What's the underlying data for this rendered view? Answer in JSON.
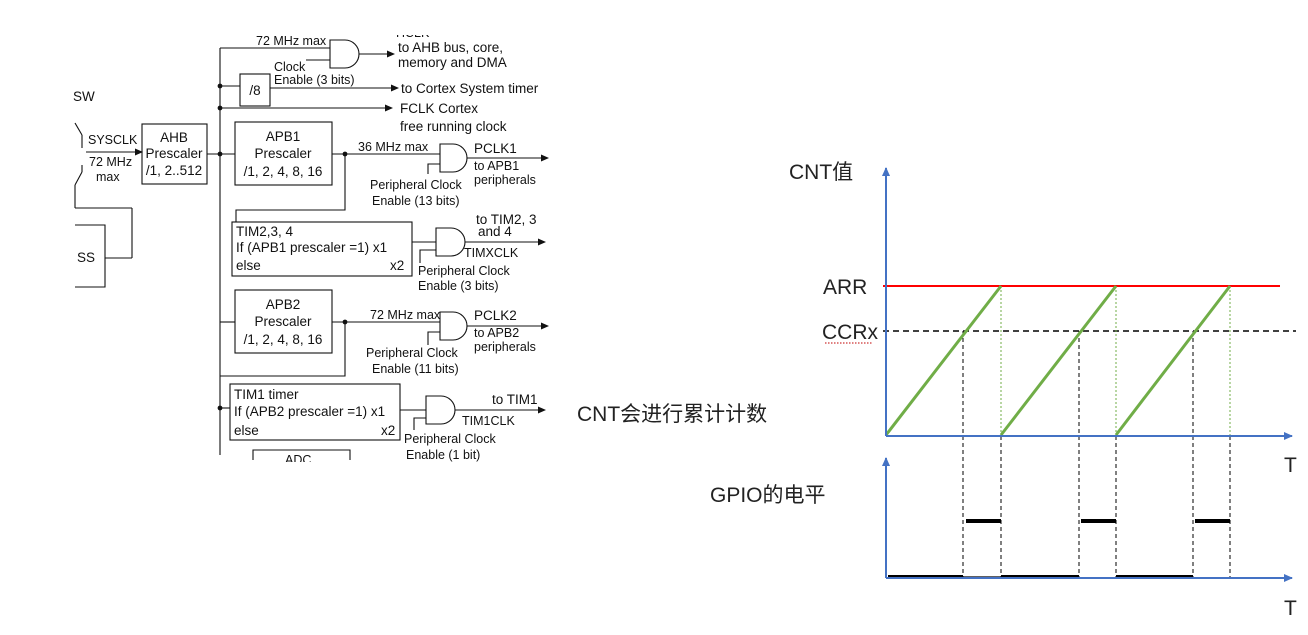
{
  "clock_tree": {
    "sw": "SW",
    "sysclk": "SYSCLK",
    "sysclk_freq": "72 MHz",
    "sysclk_max": "max",
    "css": "SS",
    "ahb": {
      "title": "AHB",
      "sub": "Prescaler",
      "range": "/1, 2..512"
    },
    "hclk_partial": "HCLK",
    "hclk_max": "72 MHz max",
    "hclk_target_1": "to AHB bus, core,",
    "hclk_target_2": "memory and DMA",
    "clock_enable_1": "Clock",
    "clock_enable_2": "Enable (3 bits)",
    "div8": "/8",
    "cortex_timer": "to Cortex System timer",
    "fclk_1": "FCLK Cortex",
    "fclk_2": "free running clock",
    "apb1": {
      "title": "APB1",
      "sub": "Prescaler",
      "range": "/1, 2, 4, 8, 16"
    },
    "apb1_max": "36 MHz max",
    "pclk1": "PCLK1",
    "pclk1_target_1": "to APB1",
    "pclk1_target_2": "peripherals",
    "apb1_enable_1": "Peripheral Clock",
    "apb1_enable_2": "Enable (13 bits)",
    "tim234": {
      "line1": "TIM2,3, 4",
      "line2": "If (APB1 prescaler =1) x1",
      "line3a": "else",
      "line3b": "x2"
    },
    "tim234_target_1": "to TIM2, 3",
    "tim234_target_2": "and 4",
    "timxclk": "TIMXCLK",
    "tim234_enable_1": "Peripheral Clock",
    "tim234_enable_2": "Enable (3 bits)",
    "apb2": {
      "title": "APB2",
      "sub": "Prescaler",
      "range": "/1, 2, 4, 8, 16"
    },
    "apb2_max": "72 MHz max",
    "pclk2": "PCLK2",
    "pclk2_target_1": "to APB2",
    "pclk2_target_2": "peripherals",
    "apb2_enable_1": "Peripheral Clock",
    "apb2_enable_2": "Enable (11 bits)",
    "tim1": {
      "line1": "TIM1 timer",
      "line2": "If (APB2 prescaler =1) x1",
      "line3a": "else",
      "line3b": "x2"
    },
    "tim1_target": "to TIM1",
    "tim1clk": "TIM1CLK",
    "tim1_enable_1": "Peripheral Clock",
    "tim1_enable_2": "Enable (1 bit)",
    "adc_partial": "ADC"
  },
  "pwm_diagram": {
    "cnt_label": "CNT值",
    "arr_label": "ARR",
    "ccr_label": "CCRx",
    "count_note": "CNT会进行累计计数",
    "gpio_label": "GPIO的电平",
    "time_label": "T",
    "colors": {
      "axis": "#4472c4",
      "arr_line": "#ff0000",
      "ramp": "#70ad47",
      "level": "#000000"
    }
  }
}
